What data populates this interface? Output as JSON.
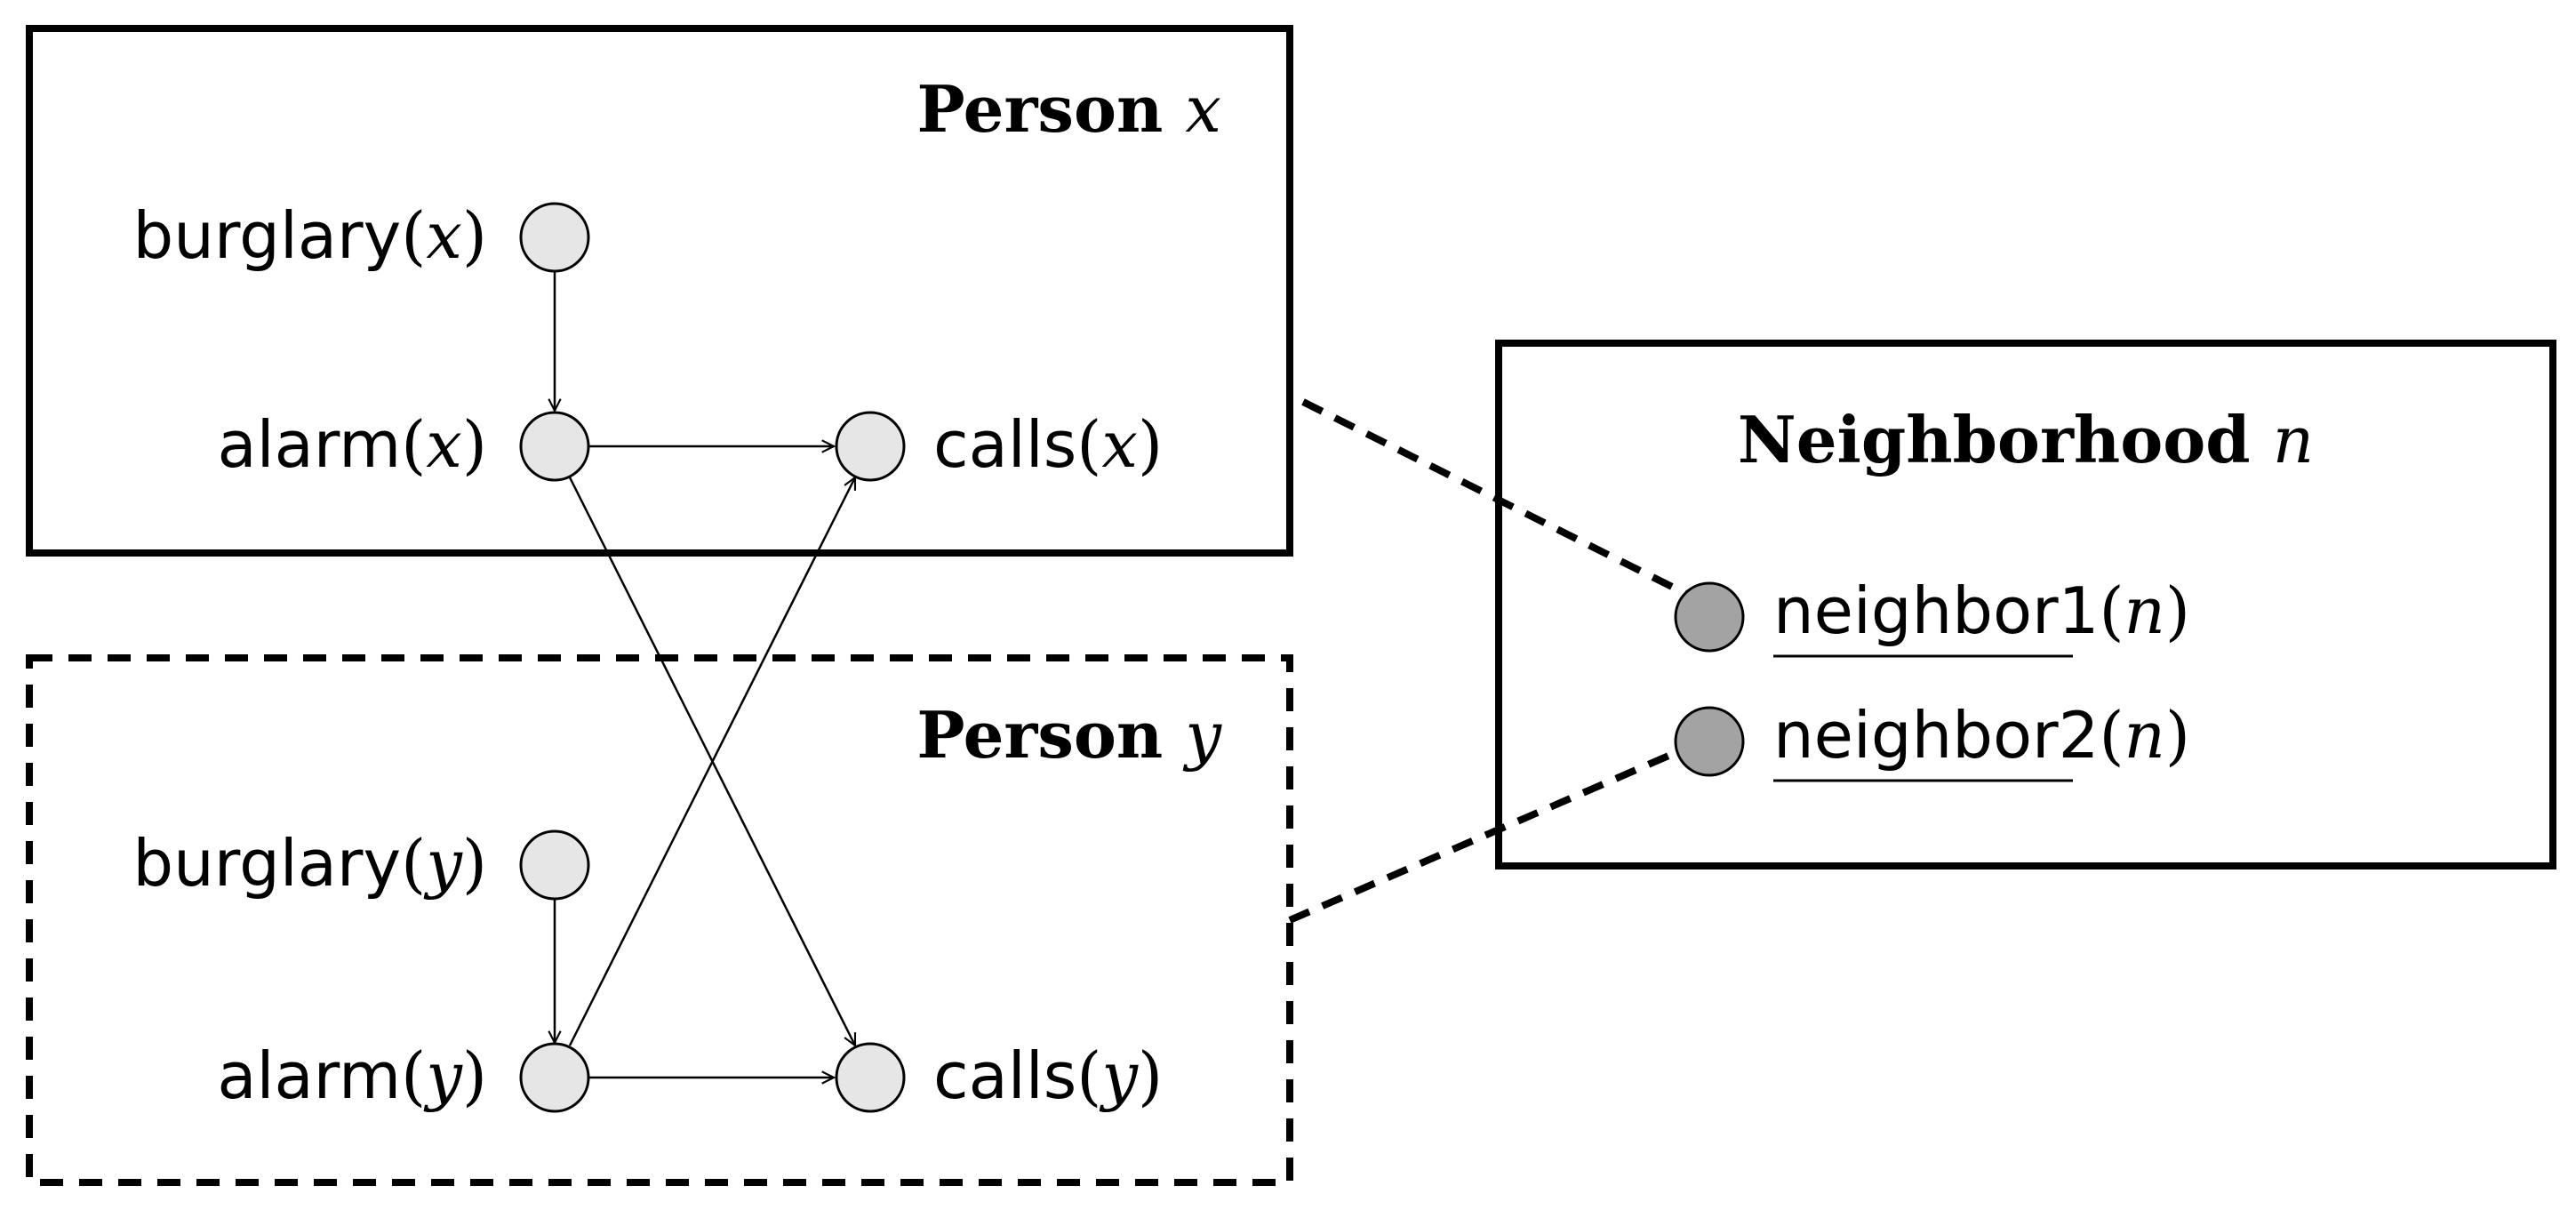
{
  "plates": {
    "person_x": {
      "title": "Person",
      "var": "x"
    },
    "person_y": {
      "title": "Person",
      "var": "y"
    },
    "neighborhood": {
      "title": "Neighborhood",
      "var": "n"
    }
  },
  "nodes": {
    "burglary_x": {
      "name": "burglary",
      "arg": "x"
    },
    "alarm_x": {
      "name": "alarm",
      "arg": "x"
    },
    "calls_x": {
      "name": "calls",
      "arg": "x"
    },
    "burglary_y": {
      "name": "burglary",
      "arg": "y"
    },
    "alarm_y": {
      "name": "alarm",
      "arg": "y"
    },
    "calls_y": {
      "name": "calls",
      "arg": "y"
    },
    "neighbor1": {
      "name": "neighbor1",
      "arg": "n"
    },
    "neighbor2": {
      "name": "neighbor2",
      "arg": "n"
    }
  },
  "colors": {
    "latent_node_fill": "#e6e6e6",
    "observed_node_fill": "#a3a3a3",
    "stroke": "#000000"
  },
  "edges": [
    {
      "from": "burglary_x",
      "to": "alarm_x"
    },
    {
      "from": "alarm_x",
      "to": "calls_x"
    },
    {
      "from": "alarm_x",
      "to": "calls_y"
    },
    {
      "from": "burglary_y",
      "to": "alarm_y"
    },
    {
      "from": "alarm_y",
      "to": "calls_y"
    },
    {
      "from": "alarm_y",
      "to": "calls_x"
    }
  ],
  "links": [
    {
      "from": "person_x",
      "to": "neighbor1"
    },
    {
      "from": "person_y",
      "to": "neighbor2"
    }
  ]
}
